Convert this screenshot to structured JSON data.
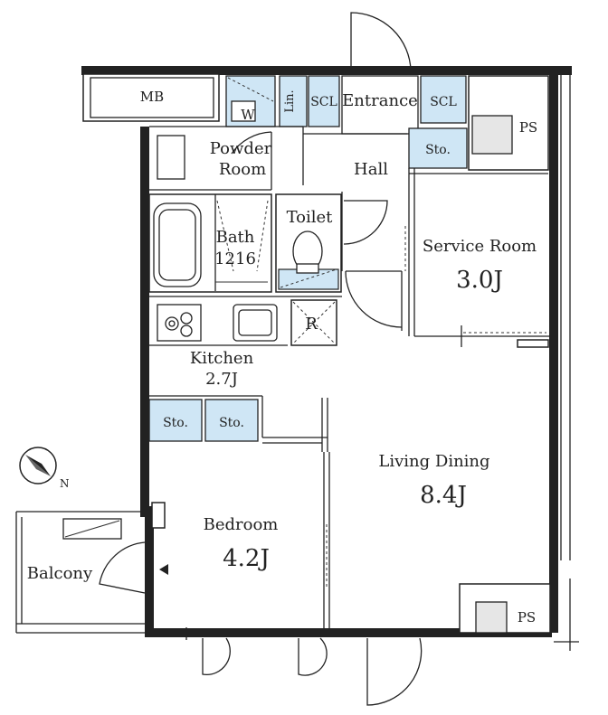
{
  "colors": {
    "wall": "#222222",
    "storage_fill": "#cfe6f5",
    "fixture_fill": "#e6e6e6",
    "background": "#ffffff"
  },
  "labels": {
    "mb": "MB",
    "w": "W",
    "lin": "Lin.",
    "scl_left": "SCL",
    "entrance": "Entrance",
    "scl_right": "SCL",
    "ps_top": "PS",
    "powder_room_1": "Powder",
    "powder_room_2": "Room",
    "hall": "Hall",
    "sto_service": "Sto.",
    "bath_1": "Bath",
    "bath_2": "1216",
    "toilet": "Toilet",
    "service_room": "Service Room",
    "service_room_size": "3.0J",
    "refrigerator": "R",
    "kitchen": "Kitchen",
    "kitchen_size": "2.7J",
    "sto_bed_1": "Sto.",
    "sto_bed_2": "Sto.",
    "living_dining": "Living Dining",
    "living_dining_size": "8.4J",
    "bedroom": "Bedroom",
    "bedroom_size": "4.2J",
    "balcony": "Balcony",
    "ps_bottom": "PS",
    "compass_n": "N"
  }
}
